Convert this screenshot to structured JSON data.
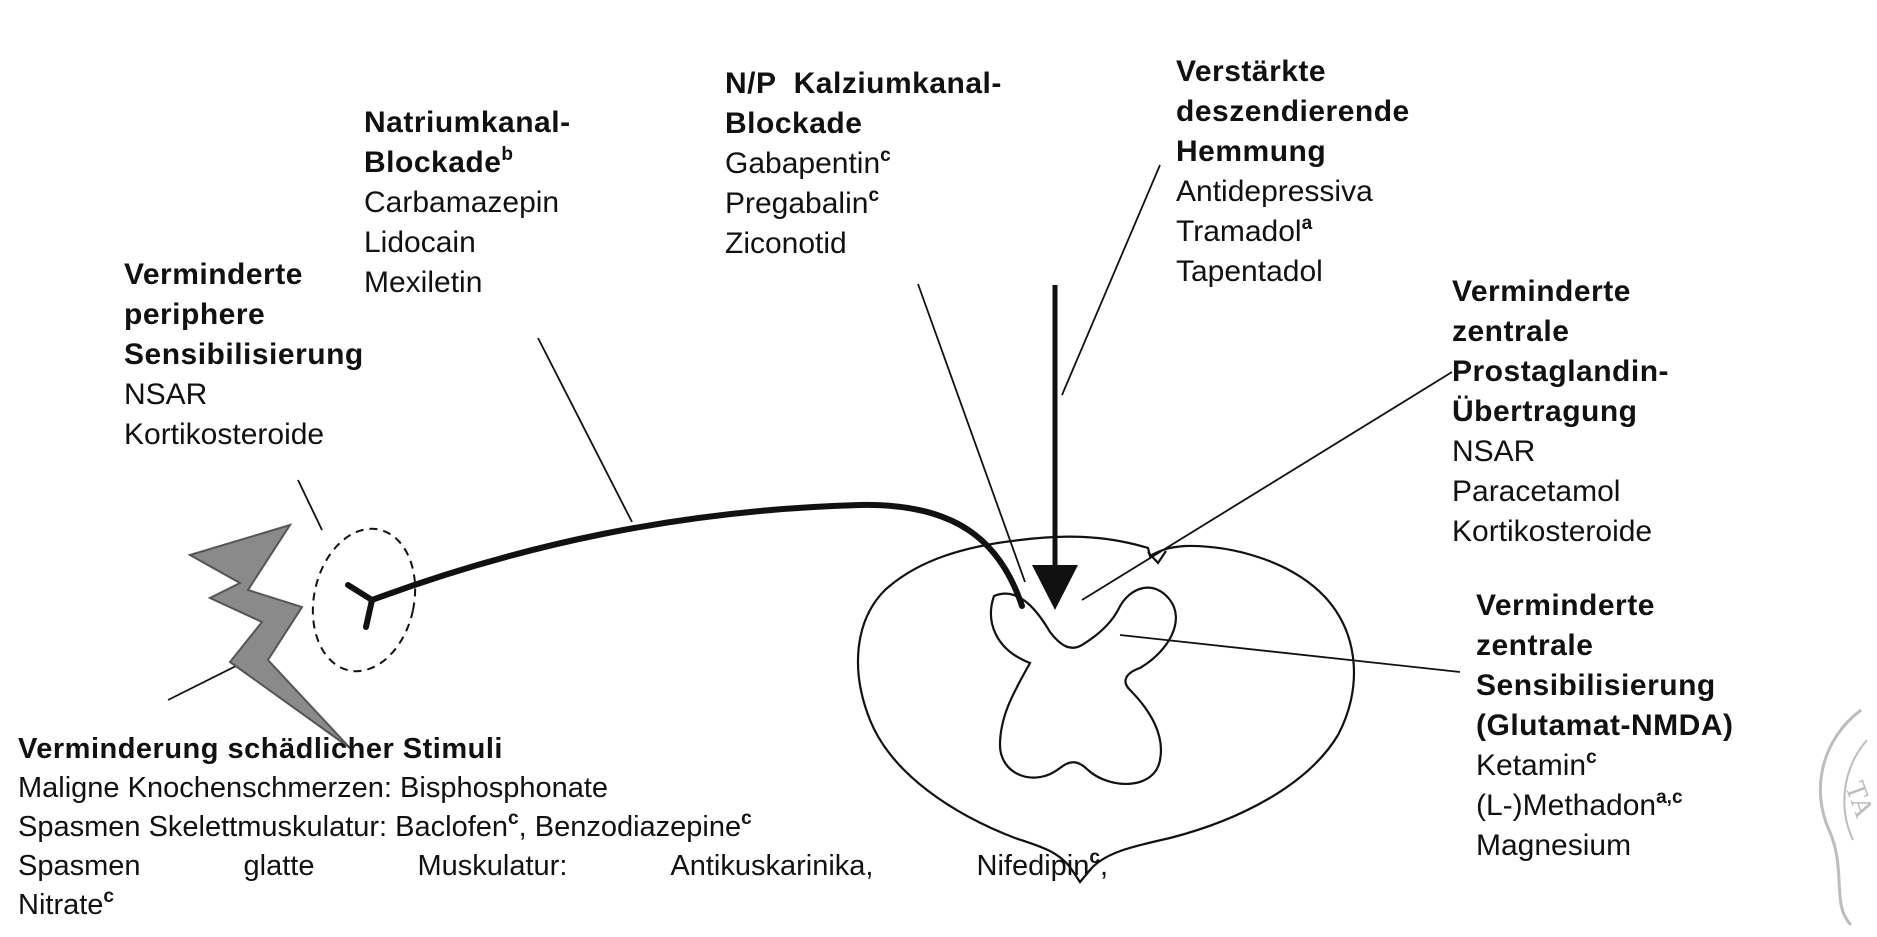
{
  "sodium": {
    "h1": "Natriumkanal-",
    "h2": "Blockade",
    "h2_sup": "b",
    "d1": "Carbamazepin",
    "d2": "Lidocain",
    "d3": "Mexiletin"
  },
  "calcium": {
    "h1": "N/P  Kalziumkanal-",
    "h2": "Blockade",
    "d1": "Gabapentin",
    "d1_sup": "c",
    "d2": "Pregabalin",
    "d2_sup": "c",
    "d3": "Ziconotid"
  },
  "descending": {
    "h1": "Verstärkte",
    "h2": "deszendierende",
    "h3": "Hemmung",
    "d1": "Antidepressiva",
    "d2": "Tramadol",
    "d2_sup": "a",
    "d3": "Tapentadol"
  },
  "peripheral": {
    "h1": "Verminderte",
    "h2": "periphere",
    "h3": "Sensibilisierung",
    "d1": "NSAR",
    "d2": "Kortikosteroide"
  },
  "prostaglandin": {
    "h1": "Verminderte",
    "h2": "zentrale",
    "h3": "Prostaglandin-",
    "h4": "Übertragung",
    "d1": "NSAR",
    "d2": "Paracetamol",
    "d3": "Kortikosteroide"
  },
  "nmda": {
    "h1": "Verminderte",
    "h2": "zentrale",
    "h3": "Sensibilisierung",
    "h4": "(Glutamat-NMDA)",
    "d1": "Ketamin",
    "d1_sup": "c",
    "d2": "(L-)Methadon",
    "d2_sup": "a,c",
    "d3": "Magnesium"
  },
  "stimuli": {
    "h1": "Verminderung schädlicher Stimuli",
    "l1": "Maligne Knochenschmerzen: Bisphosphonate",
    "l2a": "Spasmen Skelettmuskulatur: Baclofen",
    "l2a_sup": "c",
    "l2b": ", Benzodiazepine",
    "l2b_sup": "c",
    "l3_w1": "Spasmen",
    "l3_w2": "glatte",
    "l3_w3": "Muskulatur:",
    "l3_w4": "Antikuskarinika,",
    "l3_w5": "Nifedipin",
    "l3_w5_sup": "c",
    "l3_w5_after": ",",
    "l4": "Nitrate",
    "l4_sup": "c"
  },
  "colors": {
    "ink": "#111111",
    "lightning_fill": "#8a8a8a",
    "lightning_stroke": "#555555",
    "watermark": "#bdbdbd"
  },
  "icons": [
    "lightning-stimulus-icon",
    "nerve-ending-icon",
    "spinal-cord-cross-section-icon",
    "descending-inhibition-arrow-icon"
  ]
}
